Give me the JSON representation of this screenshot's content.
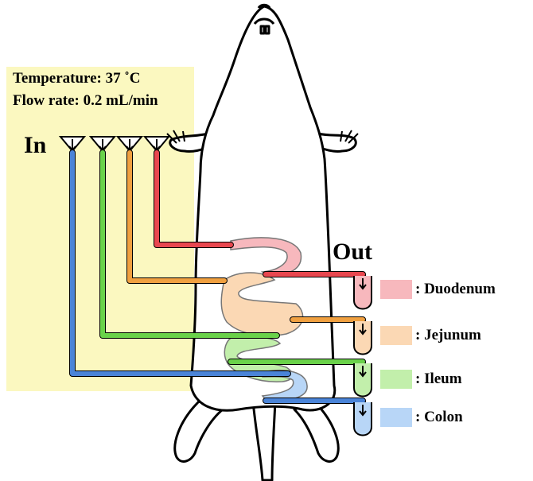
{
  "conditions": {
    "temperature": "Temperature: 37 ˚C",
    "flow_rate": "Flow rate: 0.2 mL/min"
  },
  "labels": {
    "inlet": "In",
    "outlet": "Out"
  },
  "legend": [
    {
      "label": ": Duodenum",
      "color": "#f7b8bd"
    },
    {
      "label": ": Jejunum",
      "color": "#fbd8b4"
    },
    {
      "label": ": Ileum",
      "color": "#c2efab"
    },
    {
      "label": ": Colon",
      "color": "#b8d6f7"
    }
  ],
  "tube_colors": {
    "duodenum": "#e8474f",
    "jejunum": "#f0a040",
    "ileum": "#6ad24a",
    "colon": "#4a84d8"
  },
  "panel_color": "#fbf8c0"
}
